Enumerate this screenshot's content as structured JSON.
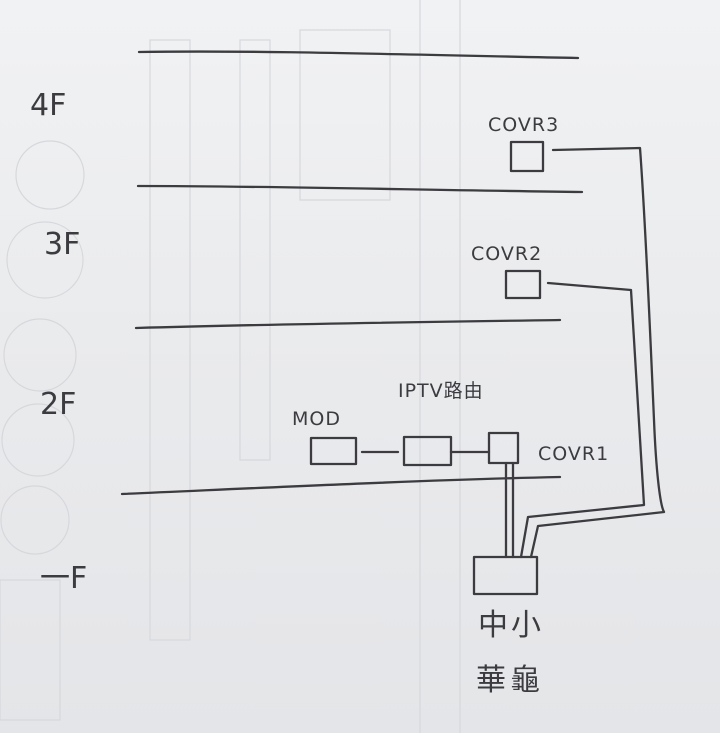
{
  "floors": {
    "f4": "4F",
    "f3": "3F",
    "f2": "2F",
    "f1": "一F"
  },
  "devices": {
    "covr3": "COVR3",
    "covr2": "COVR2",
    "covr1": "COVR1",
    "mod": "MOD",
    "iptv_router": "IPTV路由"
  },
  "isp": {
    "c1": "中",
    "c2": "小",
    "c3": "華",
    "c4": "龜"
  }
}
